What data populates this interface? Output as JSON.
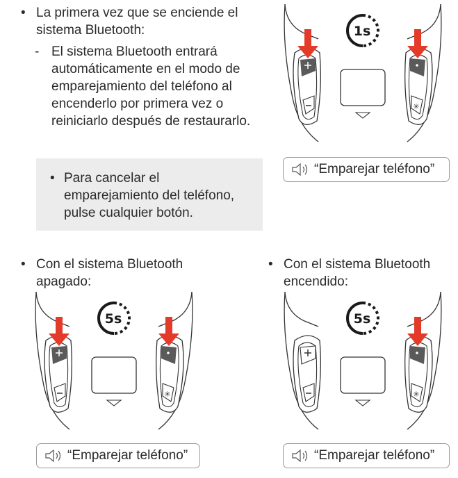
{
  "section1": {
    "bullet_text": "La primera vez que se enciende el sistema Bluetooth:",
    "sub_text": "El sistema Bluetooth entrará automáticamente en el modo de emparejamiento del teléfono al encenderlo por primera vez o reiniciarlo después de restaurarlo.",
    "note_text": "Para cancelar el emparejamiento del teléfono, pulse cualquier botón.",
    "timer": "1s",
    "voice_prompt": "“Emparejar teléfono”"
  },
  "section2": {
    "bullet_text": "Con el sistema Bluetooth apagado:",
    "timer": "5s",
    "voice_prompt": "“Emparejar teléfono”"
  },
  "section3": {
    "bullet_text": "Con el sistema Bluetooth encendido:",
    "timer": "5s",
    "voice_prompt": "“Emparejar teléfono”"
  },
  "icons": [
    "bullet-dot",
    "dash",
    "down-arrow",
    "timer-icon",
    "speaker-icon",
    "plus-button",
    "minus-button",
    "dot-button",
    "asterisk-button",
    "triangle-indicator"
  ],
  "colors": {
    "arrow": "#e43a2a",
    "text": "#2a2a2a",
    "note_bg": "#ececec",
    "button_dark": "#5a5a5a"
  },
  "glyphs": {
    "bullet": "•",
    "dash": "-"
  }
}
